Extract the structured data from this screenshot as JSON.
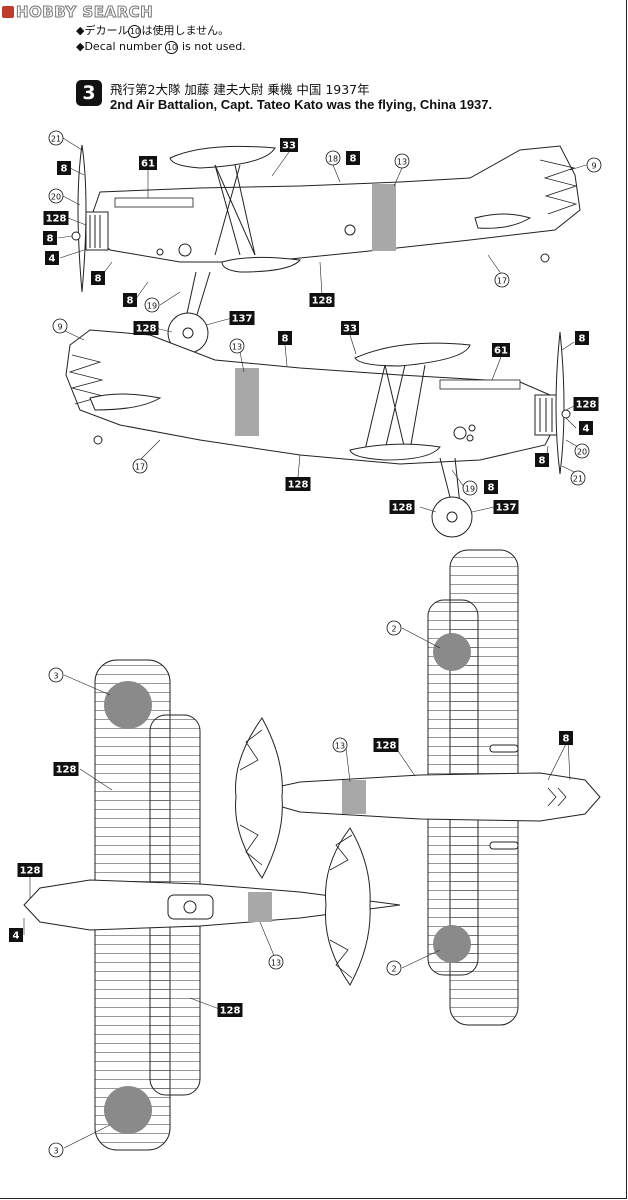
{
  "watermark": {
    "text": "HOBBY SEARCH"
  },
  "notes": {
    "line1_pre": "◆デカール",
    "line1_num": "10",
    "line1_post": "は使用しません。",
    "line2_pre": "◆Decal number ",
    "line2_num": "10",
    "line2_post": " is not used."
  },
  "step": {
    "number": "3",
    "title_jp": "飛行第2大隊  加藤  建夫大尉  乗機  中国  1937年",
    "title_en": "2nd Air Battalion, Capt. Tateo Kato was the flying, China 1937."
  },
  "colors": {
    "roundel": "#8a8a8a",
    "fuselage_band": "#a8a8a8",
    "line": "#222222"
  },
  "callouts": {
    "view1": [
      {
        "id": "v1-21",
        "kind": "circle",
        "text": "21"
      },
      {
        "id": "v1-8a",
        "kind": "square",
        "text": "8"
      },
      {
        "id": "v1-20",
        "kind": "circle",
        "text": "20"
      },
      {
        "id": "v1-128a",
        "kind": "square",
        "text": "128"
      },
      {
        "id": "v1-8b",
        "kind": "square",
        "text": "8"
      },
      {
        "id": "v1-4",
        "kind": "square",
        "text": "4"
      },
      {
        "id": "v1-8c",
        "kind": "square",
        "text": "8"
      },
      {
        "id": "v1-8d",
        "kind": "square",
        "text": "8"
      },
      {
        "id": "v1-19",
        "kind": "circle",
        "text": "19"
      },
      {
        "id": "v1-61",
        "kind": "square",
        "text": "61"
      },
      {
        "id": "v1-33",
        "kind": "square",
        "text": "33"
      },
      {
        "id": "v1-18",
        "kind": "circle",
        "text": "18"
      },
      {
        "id": "v1-8e",
        "kind": "square",
        "text": "8"
      },
      {
        "id": "v1-13",
        "kind": "circle",
        "text": "13"
      },
      {
        "id": "v1-9",
        "kind": "circle",
        "text": "9"
      },
      {
        "id": "v1-17",
        "kind": "circle",
        "text": "17"
      },
      {
        "id": "v1-128b",
        "kind": "square",
        "text": "128"
      },
      {
        "id": "v1-128c",
        "kind": "square",
        "text": "128"
      },
      {
        "id": "v1-137",
        "kind": "square",
        "text": "137"
      }
    ],
    "view2": [
      {
        "id": "v2-9",
        "kind": "circle",
        "text": "9"
      },
      {
        "id": "v2-13",
        "kind": "circle",
        "text": "13"
      },
      {
        "id": "v2-8a",
        "kind": "square",
        "text": "8"
      },
      {
        "id": "v2-33",
        "kind": "square",
        "text": "33"
      },
      {
        "id": "v2-61",
        "kind": "square",
        "text": "61"
      },
      {
        "id": "v2-8b",
        "kind": "square",
        "text": "8"
      },
      {
        "id": "v2-128a",
        "kind": "square",
        "text": "128"
      },
      {
        "id": "v2-4",
        "kind": "square",
        "text": "4"
      },
      {
        "id": "v2-20",
        "kind": "circle",
        "text": "20"
      },
      {
        "id": "v2-8c",
        "kind": "square",
        "text": "8"
      },
      {
        "id": "v2-21",
        "kind": "circle",
        "text": "21"
      },
      {
        "id": "v2-17",
        "kind": "circle",
        "text": "17"
      },
      {
        "id": "v2-128b",
        "kind": "square",
        "text": "128"
      },
      {
        "id": "v2-19",
        "kind": "circle",
        "text": "19"
      },
      {
        "id": "v2-8d",
        "kind": "square",
        "text": "8"
      },
      {
        "id": "v2-128c",
        "kind": "square",
        "text": "128"
      },
      {
        "id": "v2-137",
        "kind": "square",
        "text": "137"
      }
    ],
    "view3": [
      {
        "id": "v3-2a",
        "kind": "circle",
        "text": "2"
      },
      {
        "id": "v3-13",
        "kind": "circle",
        "text": "13"
      },
      {
        "id": "v3-128",
        "kind": "square",
        "text": "128"
      },
      {
        "id": "v3-8",
        "kind": "square",
        "text": "8"
      },
      {
        "id": "v3-2b",
        "kind": "circle",
        "text": "2"
      }
    ],
    "view4": [
      {
        "id": "v4-3a",
        "kind": "circle",
        "text": "3"
      },
      {
        "id": "v4-128a",
        "kind": "square",
        "text": "128"
      },
      {
        "id": "v4-128b",
        "kind": "square",
        "text": "128"
      },
      {
        "id": "v4-4",
        "kind": "square",
        "text": "4"
      },
      {
        "id": "v4-13",
        "kind": "circle",
        "text": "13"
      },
      {
        "id": "v4-128c",
        "kind": "square",
        "text": "128"
      },
      {
        "id": "v4-3b",
        "kind": "circle",
        "text": "3"
      }
    ]
  }
}
